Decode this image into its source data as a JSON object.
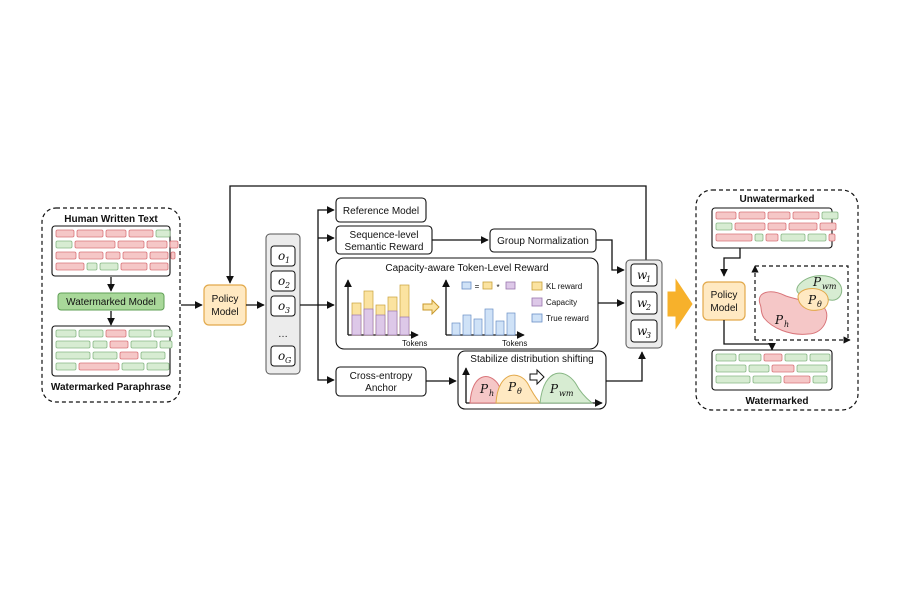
{
  "colors": {
    "red": "#f5c7c7",
    "red_stroke": "#d9757a",
    "green": "#d7ecd2",
    "green_stroke": "#88b785",
    "orange": "#ffe9c2",
    "orange_stroke": "#e2a94b",
    "purple": "#ddc8e8",
    "blue": "#cfe2f7",
    "yellow": "#fbe3a0",
    "big_arrow": "#f7b12b"
  },
  "left_panel": {
    "title": "Human Written Text",
    "watermark_model": "Watermarked Model",
    "footer": "Watermarked Paraphrase"
  },
  "policy_model": {
    "line1": "Policy",
    "line2": "Model"
  },
  "outputs": {
    "items": [
      "o",
      "o",
      "o",
      "…",
      "o"
    ],
    "subs": [
      "1",
      "2",
      "3",
      "",
      "G"
    ]
  },
  "reference_model": "Reference Model",
  "semantic_reward": {
    "line1": "Sequence-level",
    "line2": "Semantic Reward"
  },
  "group_norm": "Group Normalization",
  "token_reward": {
    "title": "Capacity-aware Token-Level Reward",
    "xlabel": "Tokens",
    "eq_eq": "=",
    "eq_mul": "*",
    "legend": [
      "KL reward",
      "Capacity",
      "True reward"
    ]
  },
  "cross_entropy": {
    "line1": "Cross-entropy",
    "line2": "Anchor"
  },
  "stabilize": {
    "title": "Stabilize distribution shifting",
    "dists": [
      {
        "sym": "P",
        "sub": "h"
      },
      {
        "sym": "P",
        "sub": "θ"
      },
      {
        "sym": "P",
        "sub": "wm"
      }
    ]
  },
  "weights": {
    "items": [
      "w",
      "w",
      "w"
    ],
    "subs": [
      "1",
      "2",
      "3"
    ]
  },
  "right_panel": {
    "top_label": "Unwatermarked",
    "bottom_label": "Watermarked",
    "policy_line1": "Policy",
    "policy_line2": "Model",
    "dists": [
      {
        "sym": "P",
        "sub": "wm"
      },
      {
        "sym": "P",
        "sub": "θ"
      },
      {
        "sym": "P",
        "sub": "h"
      }
    ]
  }
}
